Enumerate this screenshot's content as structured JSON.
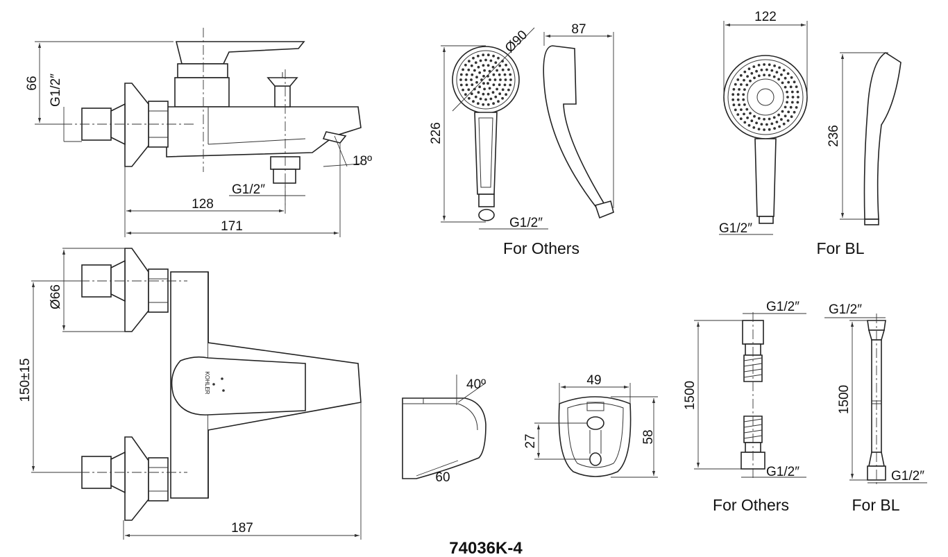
{
  "drawing": {
    "model": "74036K-4",
    "brand_logo": "KOHLER",
    "dimensions": {
      "body_height": "66",
      "inlet_thread": "G1/2″",
      "spout_angle": "18º",
      "outlet_thread": "G1/2″",
      "spout_outlet_distance": "128",
      "overall_depth": "171",
      "flange_diameter": "Ø66",
      "inlet_centers": "150±15",
      "overall_width": "187",
      "handshower_others_diameter": "Ø90",
      "handshower_others_length": "226",
      "handshower_others_depth": "87",
      "handshower_others_thread": "G1/2″",
      "handshower_bl_diameter": "122",
      "handshower_bl_length": "236",
      "handshower_bl_thread": "G1/2″",
      "spout_detail_angle": "40º",
      "spout_detail_length": "60",
      "holder_width": "49",
      "holder_height": "58",
      "holder_hole_spacing": "27",
      "hose_others_thread_top": "G1/2″",
      "hose_others_length": "1500",
      "hose_others_thread_bottom": "G1/2″",
      "hose_bl_thread_top": "G1/2″",
      "hose_bl_length": "1500",
      "hose_bl_thread_bottom": "G1/2″"
    },
    "labels": {
      "handshower_others": "For Others",
      "handshower_bl": "For BL",
      "hose_others": "For Others",
      "hose_bl": "For BL"
    }
  }
}
